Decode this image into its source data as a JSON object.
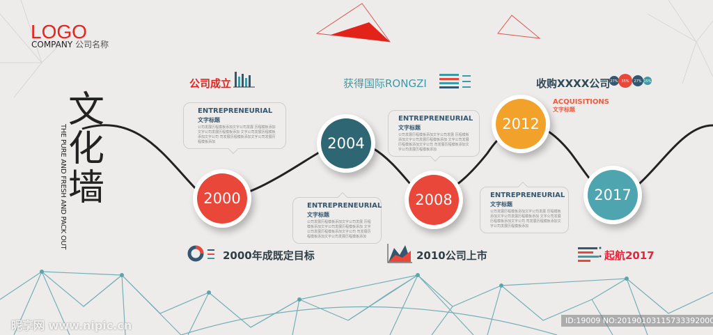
{
  "brand": {
    "logo": "LOGO",
    "company": "COMPANY",
    "company_cn": "公司名称"
  },
  "title": {
    "main": "文化墙",
    "sub": "THE PURE AND FRESH AND PACK OUT"
  },
  "milestones": [
    {
      "year": "2000",
      "color": "#e9473a",
      "caption": "2000年成既定目标",
      "caption_color": "#2f3e47"
    },
    {
      "year": "2004",
      "color": "#2e6773",
      "caption": "公司成立",
      "caption_color": "#e8231d"
    },
    {
      "year": "2008",
      "color": "#e9473a",
      "caption": "2010公司上市",
      "caption_color": "#2f3e47"
    },
    {
      "year": "2012",
      "color": "#f2a22a",
      "caption": "获得国际RONGZI",
      "caption_color": "#3b9aa5"
    },
    {
      "year": "2017",
      "color": "#4ea5b0",
      "caption": "起航2017",
      "caption_color": "#e8233a"
    }
  ],
  "acquisition": {
    "heading": "收购XXXX公司",
    "title": "ACQUISITIONS",
    "subtitle": "文字标题",
    "percents": [
      "27%",
      "55%",
      "27%",
      "15%"
    ]
  },
  "bubbles": [
    {
      "title": "ENTREPRENEURIAL",
      "subtitle": "文字标题",
      "body": "公司发展历程模板添加文字公司发展 历程模板添加文字公司发展历程模板添加 文字公司发展历程模板添加文字公司 司发展历程模板添加文字公司发展历程模板添加"
    },
    {
      "title": "ENTREPRENEURIAL",
      "subtitle": "文字标题",
      "body": "公司发展历程模板添加文字公司发展 历程模板添加文字公司发展历程模板添加 文字公司发展历程模板添加文字公司 司发展历程模板添加文字公司发展历程模板添加"
    },
    {
      "title": "ENTREPRENEURIAL",
      "subtitle": "文字标题",
      "body": "公司发展历程模板添加文字公司发展 历程模板添加文字公司发展历程模板添加 文字公司发展历程模板添加文字公司 司发展历程模板添加文字公司发展历程模板添加"
    },
    {
      "title": "ENTREPRENEURIAL",
      "subtitle": "文字标题",
      "body": "公司发展历程模板添加文字公司发展 历程模板添加文字公司发展历程模板添加 文字公司发展历程模板添加文字公司 司发展历程模板添加文字公司发展历程模板添加"
    }
  ],
  "watermark": {
    "site": "昵享网 www.nipic.cn",
    "id": "ID:19009 NO:20190103115733392000"
  }
}
